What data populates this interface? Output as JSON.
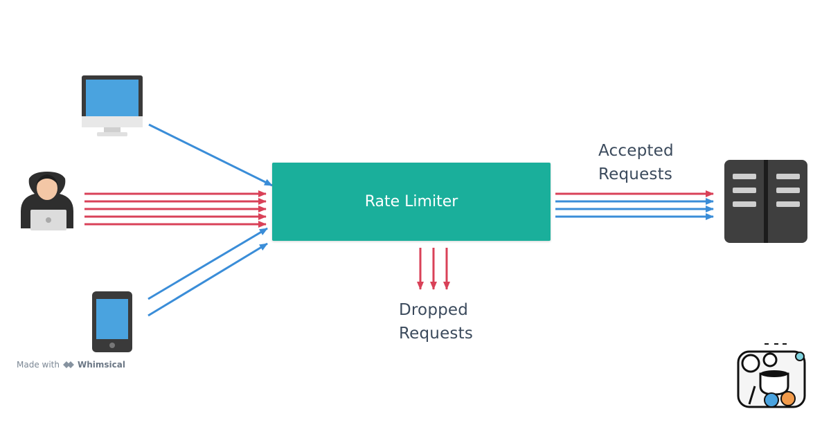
{
  "diagram": {
    "center_node": {
      "label": "Rate Limiter"
    },
    "clients": [
      {
        "name": "desktop-computer",
        "icon": "monitor-icon",
        "arrow_color": "#3a8dd8",
        "arrow_count": 1
      },
      {
        "name": "hacker",
        "icon": "hooded-hacker-icon",
        "arrow_color": "#d94158",
        "arrow_count": 5
      },
      {
        "name": "mobile-phone",
        "icon": "smartphone-icon",
        "arrow_color": "#3a8dd8",
        "arrow_count": 2
      }
    ],
    "outputs": {
      "accepted": {
        "label_line1": "Accepted",
        "label_line2": "Requests",
        "arrows": [
          "red",
          "blue",
          "blue",
          "blue"
        ]
      },
      "dropped": {
        "label_line1": "Dropped",
        "label_line2": "Requests",
        "arrow_count": 3
      }
    },
    "server": {
      "icon": "server-icon"
    }
  },
  "credit": {
    "prefix": "Made with",
    "brand": "Whimsical"
  },
  "colors": {
    "accent": "#1aaf9b",
    "red": "#d94158",
    "blue": "#3a8dd8",
    "text": "#3b4a5c",
    "server": "#3f3f3f",
    "device_screen": "#4aa3df"
  },
  "icons": {
    "whimsical_logo": "whimsical-logo-icon",
    "mascot": "coffee-mascot-icon"
  }
}
